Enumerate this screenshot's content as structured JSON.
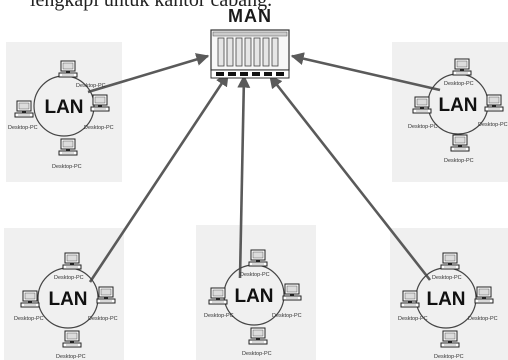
{
  "caption_fragment": "lengkapi untuk kantor cabang.",
  "man": {
    "label": "MAN"
  },
  "lans": [
    {
      "label": "LAN",
      "pcs": [
        "Desktop-PC",
        "Desktop-PC",
        "Desktop-PC",
        "Desktop-PC"
      ]
    },
    {
      "label": "LAN",
      "pcs": [
        "Desktop-PC",
        "Desktop-PC",
        "Desktop-PC",
        "Desktop-PC"
      ]
    },
    {
      "label": "LAN",
      "pcs": [
        "Desktop-PC",
        "Desktop-PC",
        "Desktop-PC",
        "Desktop-PC"
      ]
    },
    {
      "label": "LAN",
      "pcs": [
        "Desktop-PC",
        "Desktop-PC",
        "Desktop-PC",
        "Desktop-PC"
      ]
    },
    {
      "label": "LAN",
      "pcs": [
        "Desktop-PC",
        "Desktop-PC",
        "Desktop-PC",
        "Desktop-PC"
      ]
    }
  ],
  "colors": {
    "line": "#5a5a5a",
    "background": "#ffffff"
  }
}
